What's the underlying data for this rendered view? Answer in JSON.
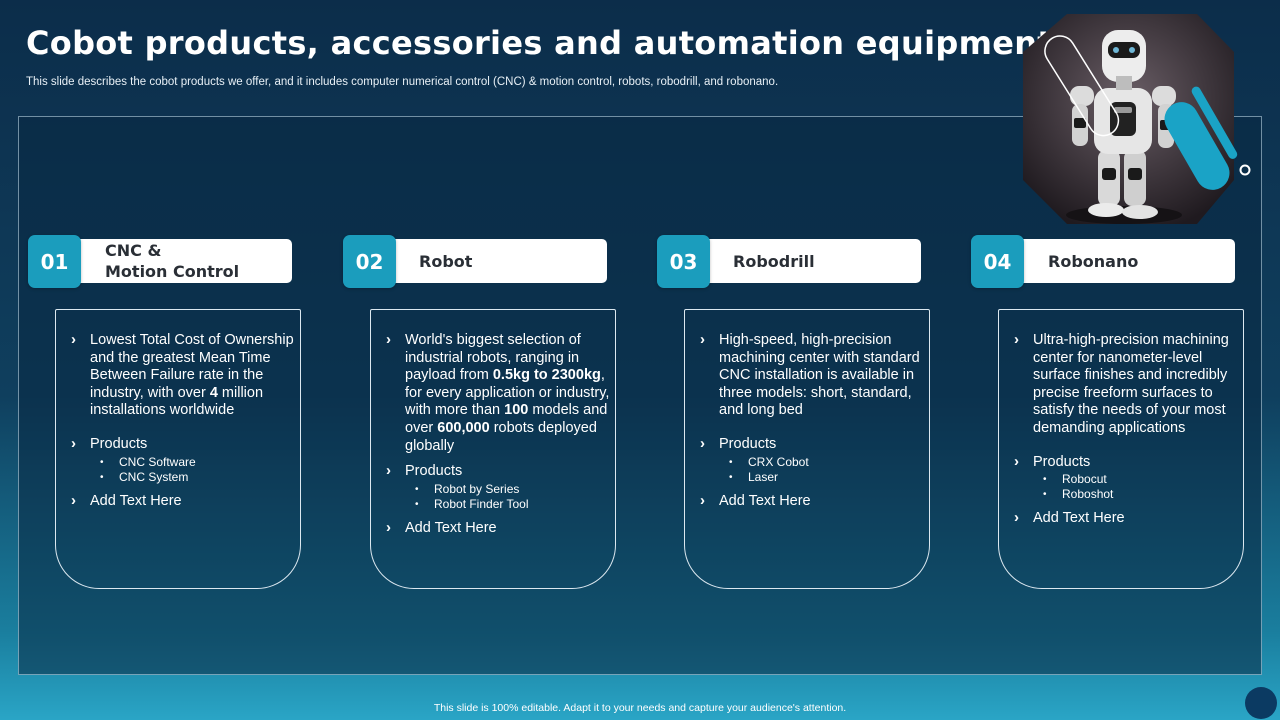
{
  "slide": {
    "title": "Cobot products, accessories and automation equipment",
    "subtitle": "This slide describes the cobot products we offer, and it includes computer numerical control (CNC) & motion control, robots, robodrill, and robonano."
  },
  "columns": [
    {
      "number": "01",
      "title": "CNC &\nMotion Control",
      "description_parts": [
        "Lowest Total Cost of Ownership and the greatest Mean Time Between Failure rate in the industry, with over ",
        "4",
        " million installations worldwide"
      ],
      "products_label": "Products",
      "products": [
        "CNC Software",
        "CNC System"
      ],
      "add_text": "Add Text Here"
    },
    {
      "number": "02",
      "title": "Robot",
      "description_parts": [
        "World's biggest selection of industrial robots, ranging in payload from ",
        "0.5kg to 2300kg",
        ", for every application or industry, with more than ",
        "100",
        " models and over ",
        "600,000",
        " robots deployed globally"
      ],
      "products_label": "Products",
      "products": [
        "Robot by Series",
        "Robot Finder Tool"
      ],
      "add_text": "Add Text Here"
    },
    {
      "number": "03",
      "title": "Robodrill",
      "description_parts": [
        "High-speed, high-precision machining center with standard CNC installation is available in three models: short, standard, and long bed"
      ],
      "products_label": "Products",
      "products": [
        "CRX Cobot",
        "Laser"
      ],
      "add_text": "Add Text Here"
    },
    {
      "number": "04",
      "title": "Robonano",
      "description_parts": [
        "Ultra-high-precision machining center for nanometer-level surface finishes and incredibly precise freeform surfaces to satisfy the needs of your most demanding applications"
      ],
      "products_label": "Products",
      "products": [
        "Robocut",
        "Roboshot"
      ],
      "add_text": "Add Text Here"
    }
  ],
  "footer": {
    "note": "This slide is 100% editable. Adapt it to your needs and capture your audience's attention."
  },
  "colors": {
    "accent": "#1b9dbd",
    "background_top": "#0c2d4a",
    "background_bottom": "#2aa5c6",
    "header_text": "#2a2f36"
  },
  "icons": {
    "bullet": "chevron-right-icon",
    "hero": "humanoid-robot-image"
  }
}
